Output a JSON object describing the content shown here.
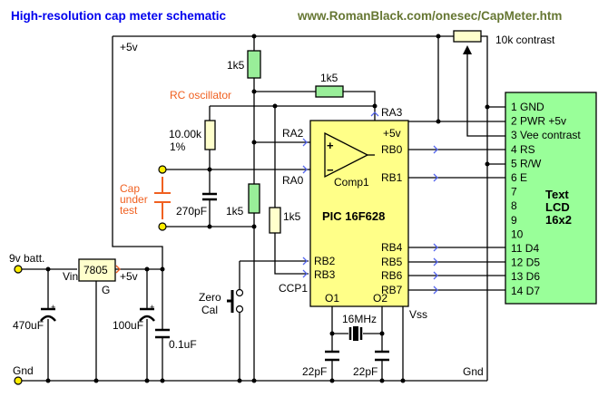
{
  "header": {
    "title": "High-resolution cap meter schematic",
    "url": "www.RomanBlack.com/onesec/CapMeter.htm",
    "title_color": "#0000ee",
    "url_color": "#667733"
  },
  "labels": {
    "plus5v_rail": "+5v",
    "rc_oscillator": "RC oscillator",
    "cap_under_test": [
      "Cap",
      "under",
      "test"
    ],
    "battery": "9v batt.",
    "gnd_left": "Gnd",
    "gnd_right": "Gnd",
    "zero_cal": [
      "Zero",
      "Cal"
    ],
    "ccp1": "CCP1",
    "vss": "Vss",
    "contrast": "10k contrast"
  },
  "components": {
    "r_top": "1k5",
    "r_feedback": "1k5",
    "r_timing": [
      "10.00k",
      "1%"
    ],
    "c_timing": "270pF",
    "r_divider": "1k5",
    "r_ccp": "1k5",
    "regulator": {
      "name": "7805",
      "vin": "Vin",
      "g": "G",
      "out": "+5v"
    },
    "c_470": "470uF",
    "c_100": "100uF",
    "c_01": "0.1uF",
    "crystal": "16MHz",
    "c_22a": "22pF",
    "c_22b": "22pF"
  },
  "pic": {
    "name": "PIC 16F628",
    "comparator": "Comp1",
    "plus": "+",
    "minus": "−",
    "pins_left": [
      "RA2",
      "RA0",
      "RB2",
      "RB3"
    ],
    "pin_ra3": "RA3",
    "pins_right": [
      "+5v",
      "RB0",
      "RB1",
      "RB4",
      "RB5",
      "RB6",
      "RB7"
    ],
    "pins_bottom": [
      "O1",
      "O2"
    ]
  },
  "lcd": {
    "title": [
      "Text",
      "LCD",
      "16x2"
    ],
    "pins": [
      "1 GND",
      "2 PWR +5v",
      "3 Vee contrast",
      "4 RS",
      "5 R/W",
      "6 E",
      "7",
      "8",
      "9",
      "10",
      "11 D4",
      "12 D5",
      "13 D6",
      "14 D7"
    ]
  }
}
